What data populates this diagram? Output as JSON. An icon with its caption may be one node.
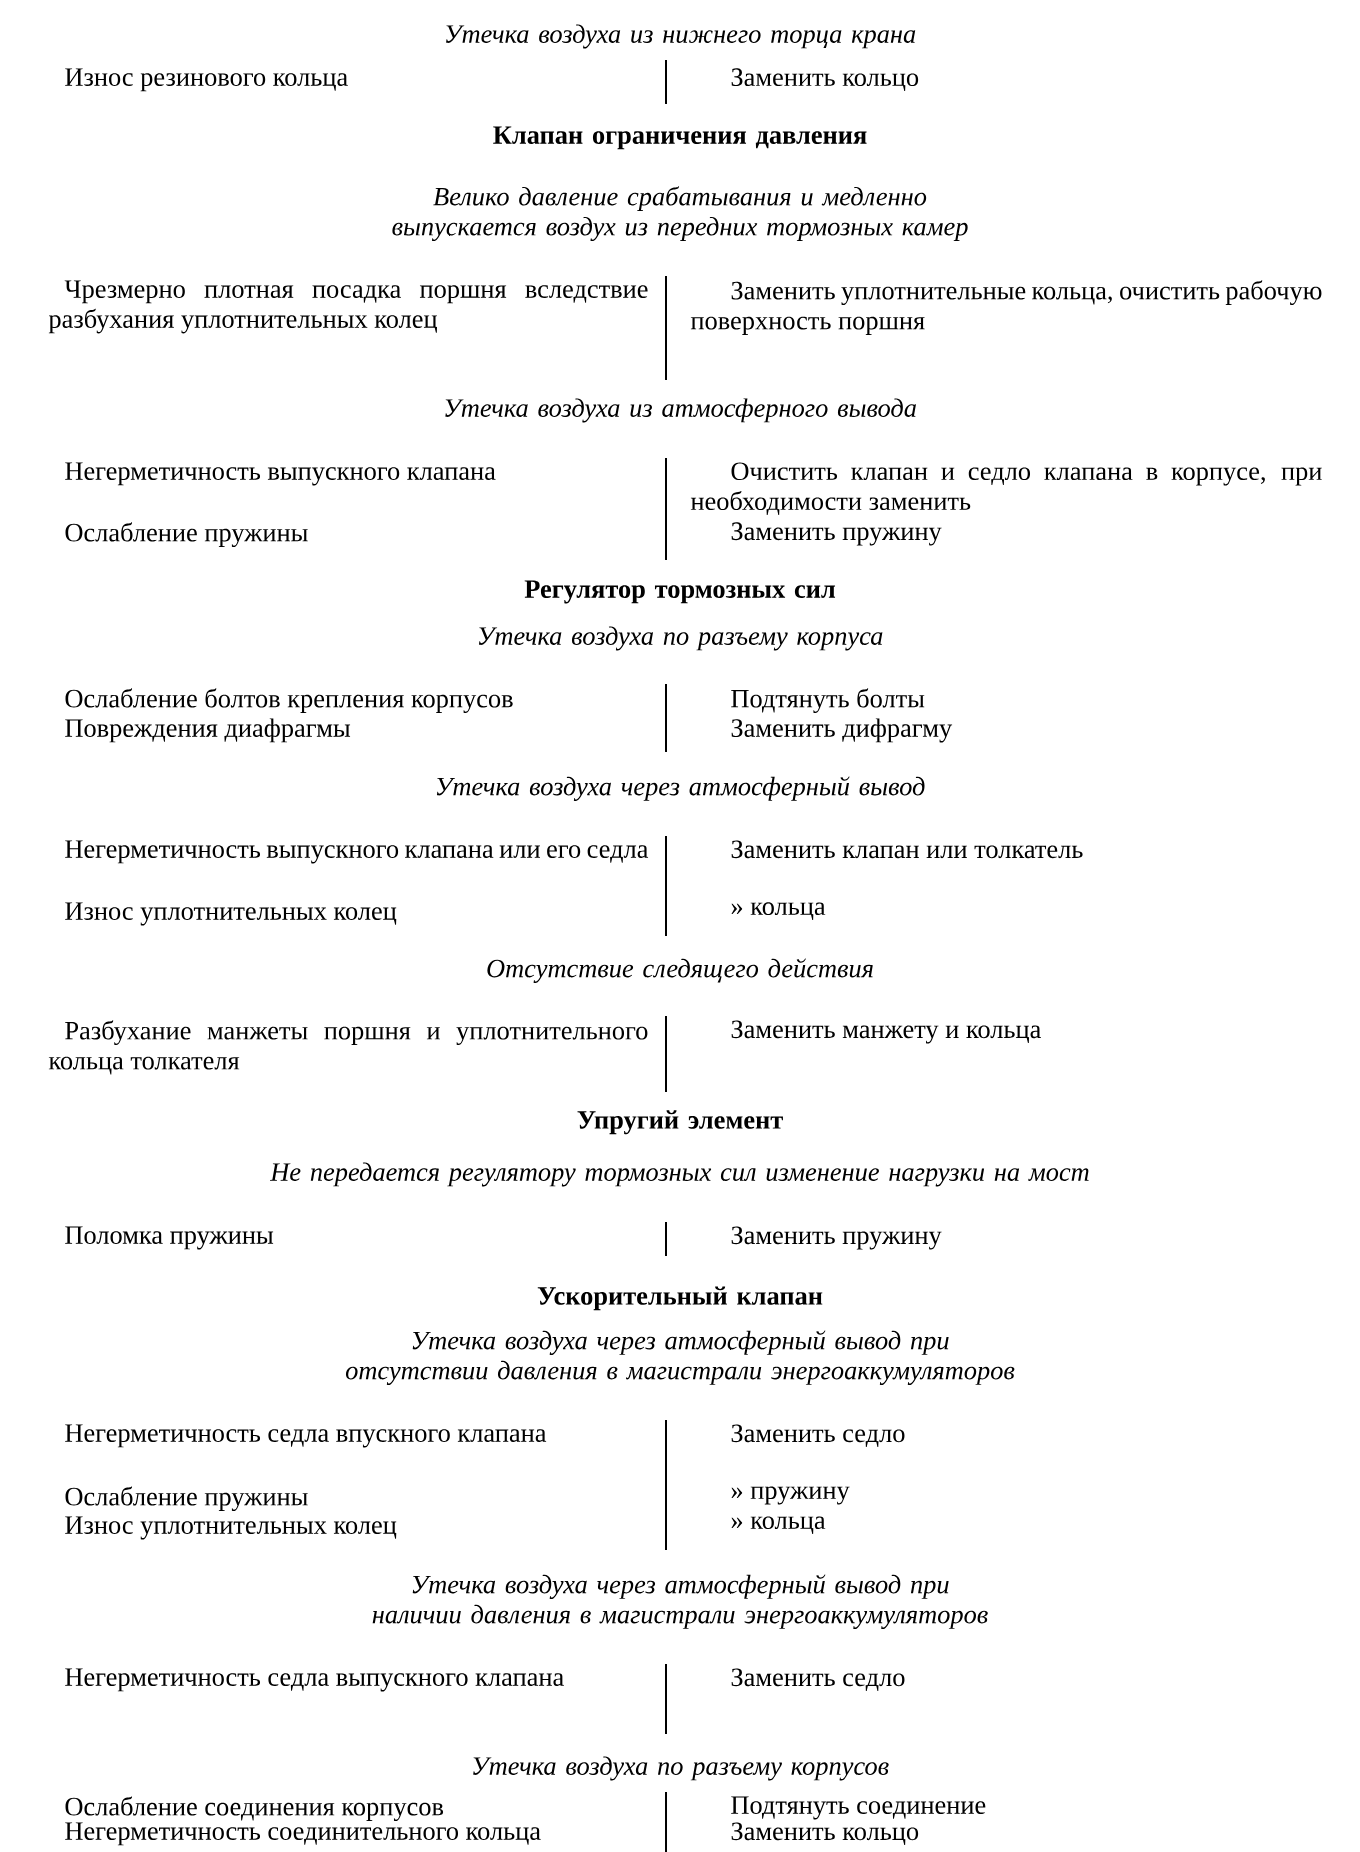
{
  "diagram": {
    "labels": [
      "Утечка воздуха из нижнего торца крана",
      "Износ резинового кольца",
      "Заменить кольцо",
      "Клапан ограничения давления",
      "Велико давление срабатывания и медленно выпускается воздух из передних тормозных камер",
      "Чрезмерно плотная посадка поршня вследствие разбухания уплотнительных колец",
      "Заменить уплотнительные кольца, очистить рабочую поверхность поршня",
      "Утечка воздуха из атмосферного вывода",
      "Негерметичность выпускного клапана",
      "Очистить клапан и седло клапана в корпусе, при необходимости заменить",
      "Ослабление пружины",
      "Заменить пружину",
      "Регулятор тормозных сил",
      "Утечка воздуха по разъему корпуса",
      "Ослабление болтов крепления корпусов",
      "Подтянуть болты",
      "Повреждения диафрагмы",
      "Заменить дифрагму",
      "Утечка воздуха через атмосферный вывод",
      "Негерметичность выпускного клапана или его седла",
      "Заменить клапан или толкатель",
      "Износ уплотнительных колец",
      "» кольца",
      "Отсутствие следящего действия",
      "Разбухание манжеты поршня и уплотнительного кольца толкателя",
      "Заменить манжету и кольца",
      "Упругий элемент",
      "Не передается регулятору тормозных сил изменение нагрузки на мост",
      "Поломка пружины",
      "Заменить пружину",
      "Ускорительный клапан",
      "Утечка воздуха через атмосферный вывод при отсутствии давления в магистрали энергоаккумуляторов",
      "Негерметичность седла впускного клапана",
      "Заменить седло",
      "Ослабление пружины",
      "» пружину",
      "Износ уплотнительных колец",
      "» кольца",
      "Утечка воздуха через атмосферный вывод при наличии давления в магистрали энергоаккумуляторов",
      "Негерметичность седла выпускного клапана",
      "Заменить седло",
      "Утечка воздуха по разъему корпусов",
      "Ослабление соединения корпусов",
      "Подтянуть соединение",
      "Негерметичность соединительного кольца",
      "Заменить кольцо"
    ]
  }
}
